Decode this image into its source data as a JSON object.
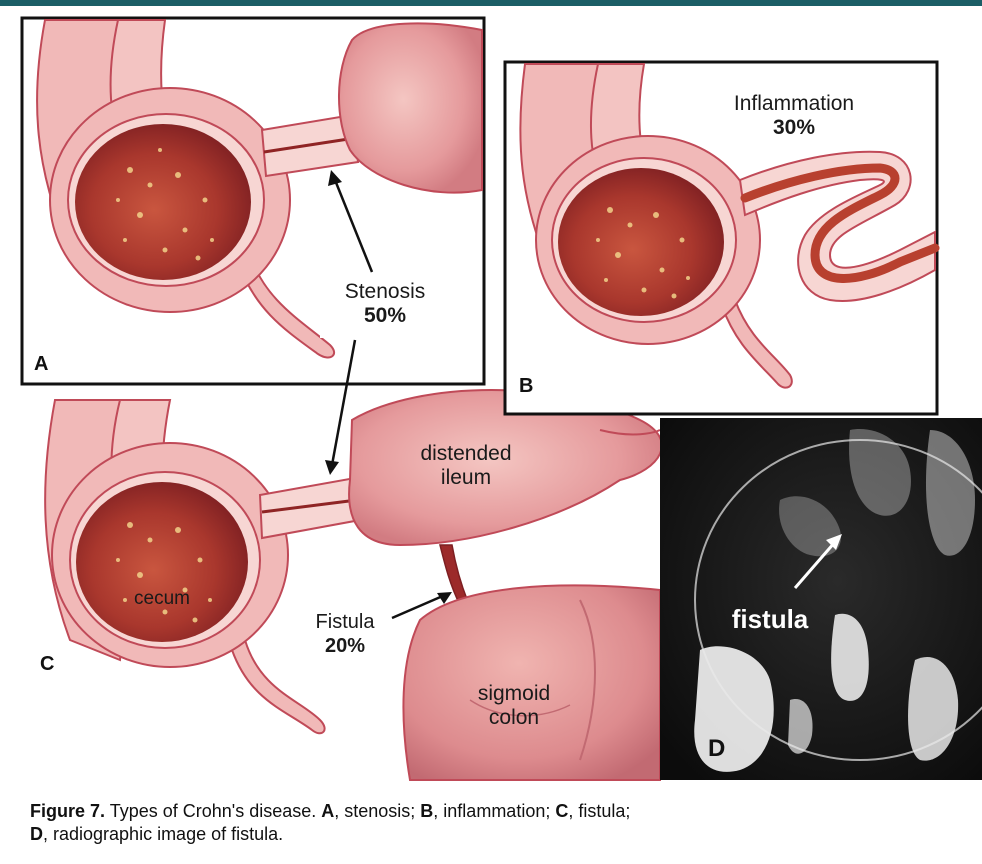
{
  "colors": {
    "top_band": "#1b5e66",
    "tissue_pink": "#f1b9b8",
    "tissue_light": "#f7d6d3",
    "outline": "#c04a58",
    "mucosa_dark": "#8f2424",
    "mucosa_mid": "#b8402f",
    "panel_border": "#111111",
    "xray_bg": "#111111",
    "xray_fg": "#f2f2f2"
  },
  "panels": {
    "a": {
      "letter": "A",
      "label": "Stenosis",
      "percent": "50%"
    },
    "b": {
      "letter": "B",
      "label": "Inflammation",
      "percent": "30%"
    },
    "c": {
      "letter": "C",
      "cecum_label": "cecum",
      "ileum_line1": "distended",
      "ileum_line2": "ileum",
      "fistula_label": "Fistula",
      "fistula_percent": "20%",
      "sigmoid_line1": "sigmoid",
      "sigmoid_line2": "colon"
    },
    "d": {
      "letter": "D",
      "label": "fistula"
    }
  },
  "caption": {
    "prefix": "Figure 7.",
    "text1": " Types of Crohn's disease. ",
    "a": "A",
    "text2": ", stenosis; ",
    "b": "B",
    "text3": ", inflammation; ",
    "c": "C",
    "text4": ", fistula;",
    "d": "D",
    "text5": ", radiographic image of fistula."
  }
}
